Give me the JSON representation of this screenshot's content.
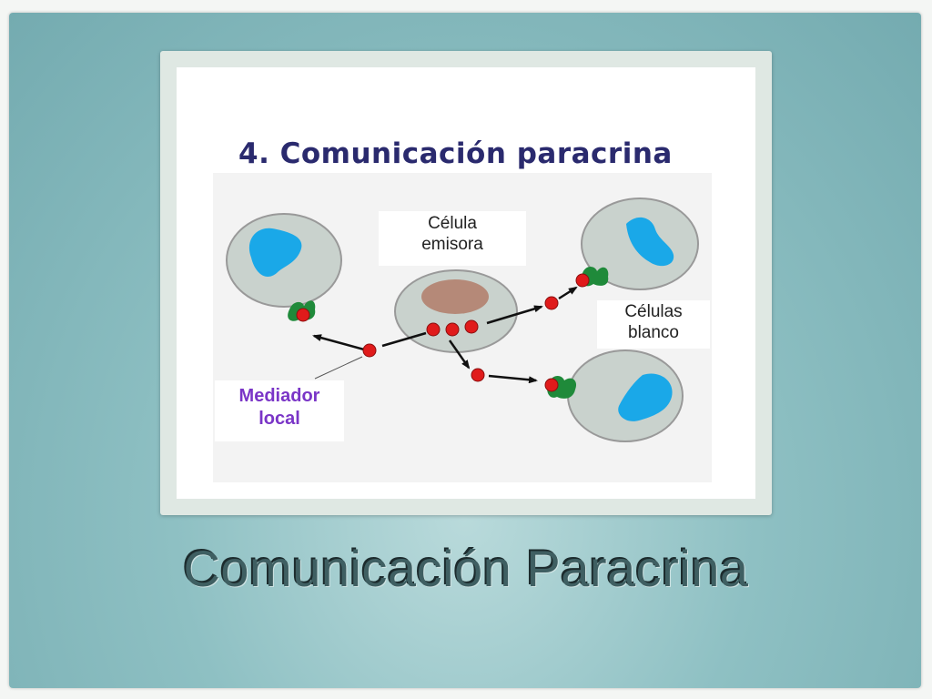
{
  "diagram": {
    "title": "4. Comunicación paracrina",
    "emitter_label": [
      "Célula",
      "emisora"
    ],
    "targets_label": [
      "Células",
      "blanco"
    ],
    "mediator_label": [
      "Mediador",
      "local"
    ]
  },
  "slide": {
    "title": "Comunicación Paracrina"
  },
  "colors": {
    "slide_background": "#8ec0c3",
    "cell_body": "#c9d2cd",
    "target_nucleus": "#1aa8e8",
    "emitter_nucleus": "#b58978",
    "mediator": "#e01b1b",
    "receptor": "#1f8a3a",
    "mediator_label": "#7a35c7",
    "title_text": "#2a2a6e"
  }
}
